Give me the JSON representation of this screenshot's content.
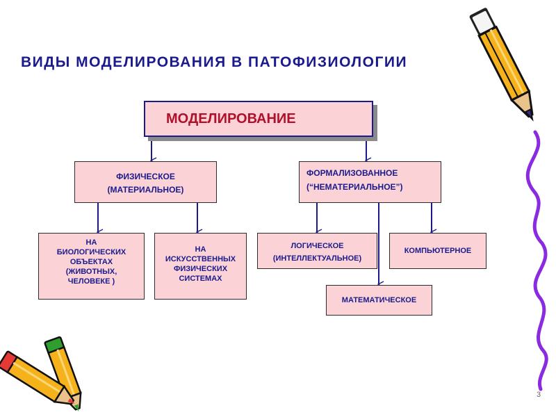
{
  "title": "ВИДЫ  МОДЕЛИРОВАНИЯ  В  ПАТОФИЗИОЛОГИИ",
  "nodes": {
    "root": "МОДЕЛИРОВАНИЕ",
    "physical": [
      "ФИЗИЧЕСКОЕ",
      "(МАТЕРИАЛЬНОЕ)"
    ],
    "formalized": [
      "ФОРМАЛИЗОВАННОЕ",
      "(“НЕМАТЕРИАЛЬНОЕ”)"
    ],
    "biological": [
      "НА",
      "БИОЛОГИЧЕСКИХ",
      "ОБЪЕКТАХ",
      "(ЖИВОТНЫХ,",
      "ЧЕЛОВЕКЕ )"
    ],
    "artificial": [
      "НА",
      "ИСКУССТВЕННЫХ",
      "ФИЗИЧЕСКИХ",
      "СИСТЕМАХ"
    ],
    "logical": [
      "ЛОГИЧЕСКОЕ",
      "(ИНТЕЛЛЕКТУАЛЬНОЕ)"
    ],
    "computer": "КОМПЬЮТЕРНОЕ",
    "mathematical": "МАТЕМАТИЧЕСКОЕ"
  },
  "page_number": "3",
  "colors": {
    "box_fill": "#fbd2d6",
    "text_blue": "#1a1a8c",
    "root_text": "#b0102a",
    "connector": "#1a1a8c"
  },
  "icons": [
    "pencil-icon-top-right",
    "pencils-icon-bottom-left"
  ]
}
